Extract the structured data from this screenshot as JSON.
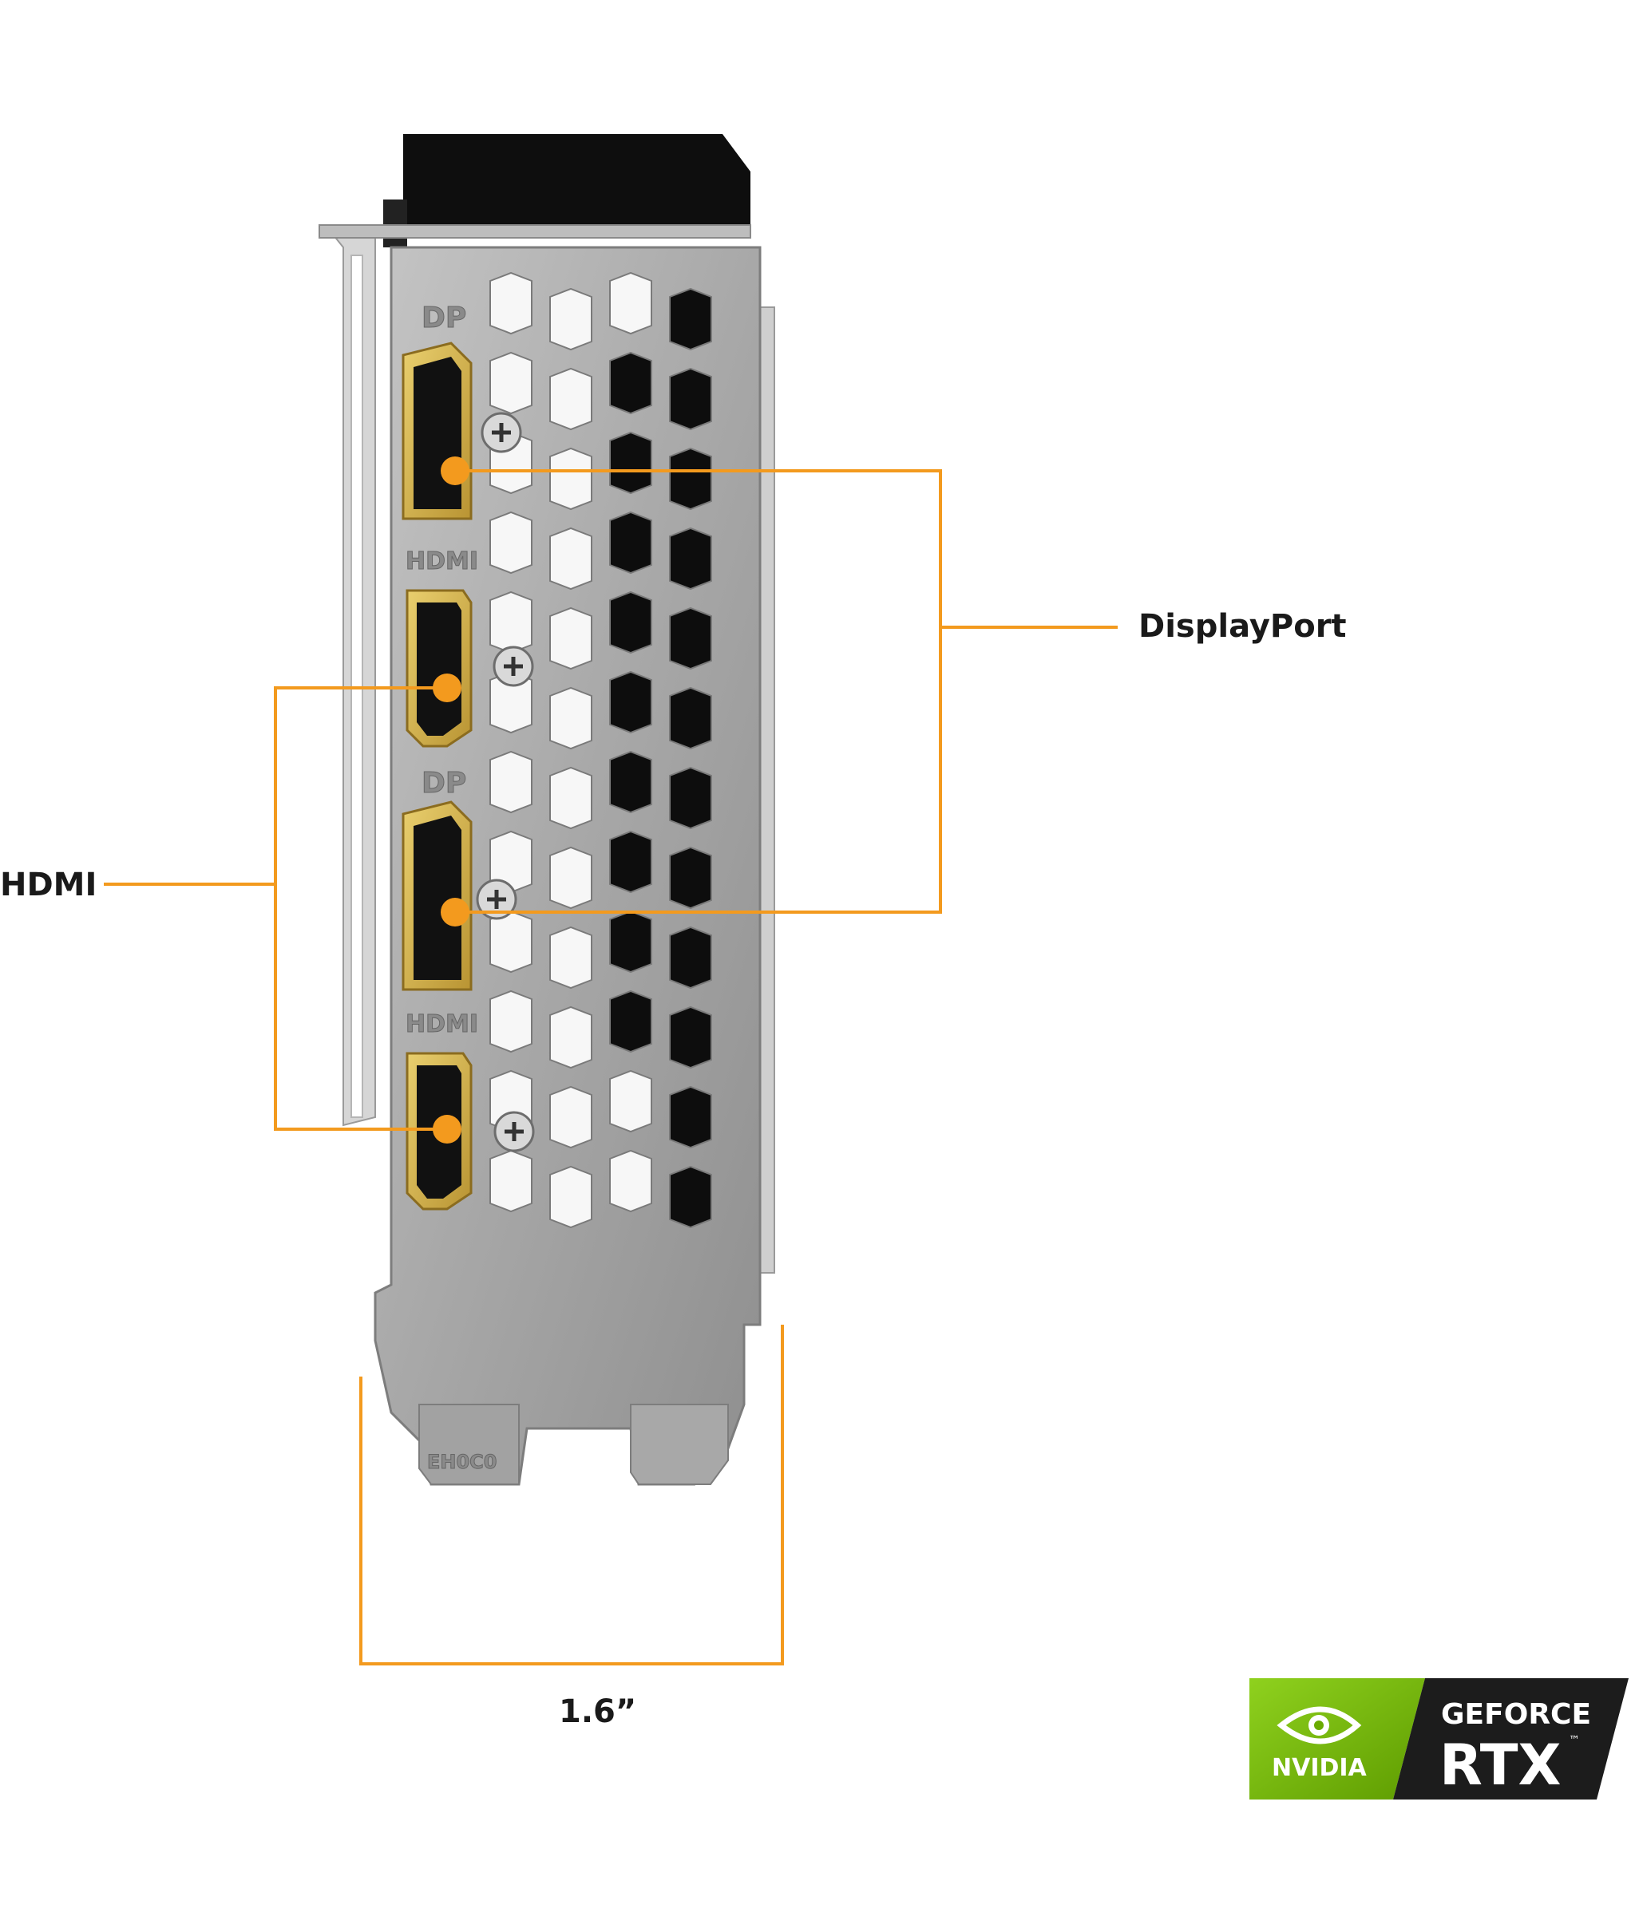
{
  "bracket": {
    "port_labels": [
      "DP",
      "HDMI",
      "DP",
      "HDMI"
    ],
    "bottom_stamp": "EH0C0"
  },
  "callouts": {
    "displayport": "DisplayPort",
    "hdmi": "HDMI",
    "dimension": "1.6”"
  },
  "logo": {
    "brand": "NVIDIA",
    "product_line": "GEFORCE",
    "product": "RTX",
    "trademark": "™"
  },
  "colors": {
    "accent": "#f39a1e",
    "bracket_metal": "#a9a9a9",
    "connector_gold": "#d4b04a",
    "nvidia_green": "#76b900",
    "logo_dark": "#1c1c1c"
  }
}
